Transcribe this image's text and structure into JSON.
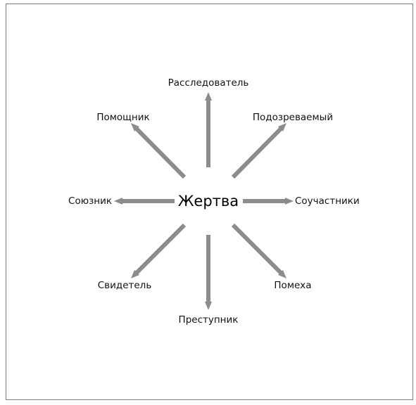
{
  "diagram": {
    "center": {
      "label": "Жертва"
    },
    "roles": [
      {
        "id": "investigator",
        "label": "Расследователь"
      },
      {
        "id": "suspect",
        "label": "Подозреваемый"
      },
      {
        "id": "accomplices",
        "label": "Соучастники"
      },
      {
        "id": "hindrance",
        "label": "Помеха"
      },
      {
        "id": "criminal",
        "label": "Преступник"
      },
      {
        "id": "witness",
        "label": "Свидетель"
      },
      {
        "id": "ally",
        "label": "Союзник"
      },
      {
        "id": "helper",
        "label": "Помощник"
      }
    ],
    "colors": {
      "arrow": "#8c8c8c",
      "frame": "#7a7a7a",
      "text": "#111111"
    }
  }
}
